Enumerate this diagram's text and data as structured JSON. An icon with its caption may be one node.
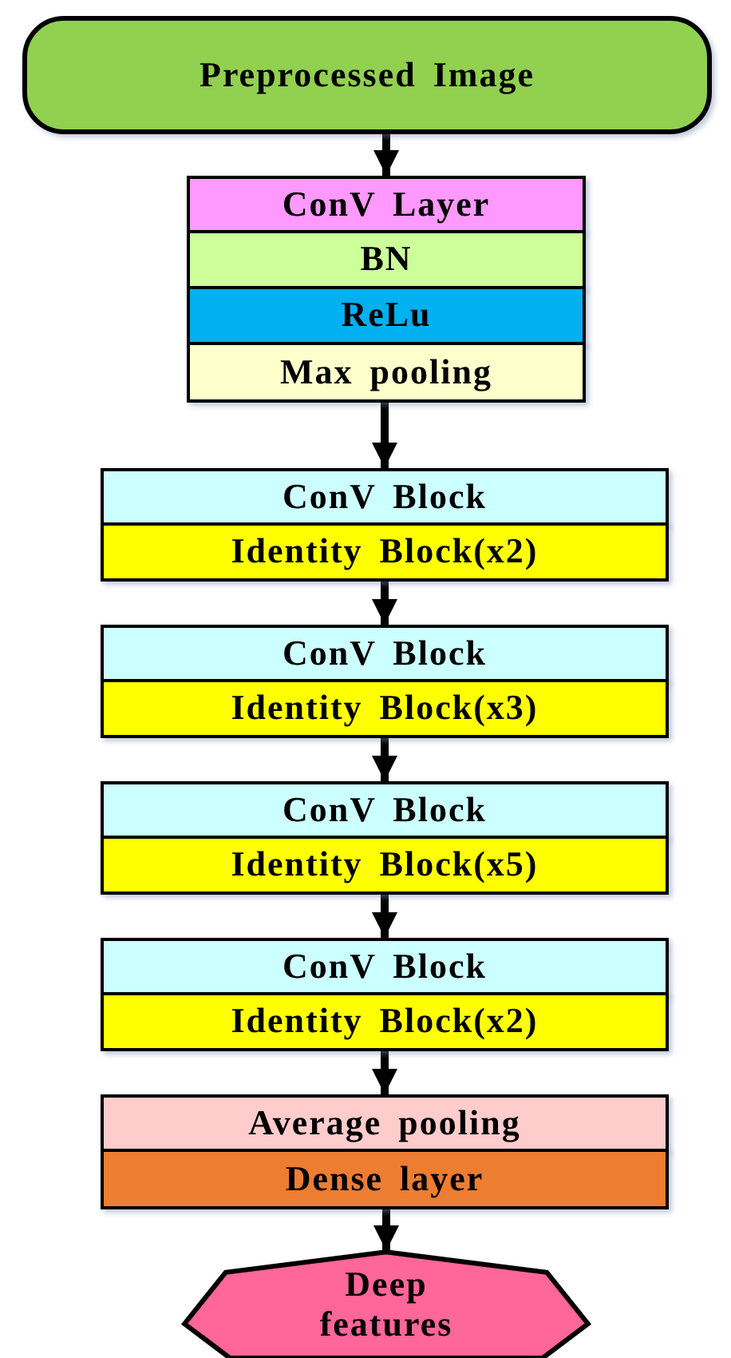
{
  "diagram": {
    "nodes": [
      {
        "text": [
          "Preprocessed Image"
        ]
      },
      {
        "text": [
          "ConV Layer"
        ]
      },
      {
        "text": [
          "BN"
        ]
      },
      {
        "text": [
          "ReLu"
        ]
      },
      {
        "text": [
          "Max pooling"
        ]
      },
      {
        "text": [
          "ConV Block"
        ]
      },
      {
        "text": [
          "Identity Block(x2)"
        ]
      },
      {
        "text": [
          "ConV Block"
        ]
      },
      {
        "text": [
          "Identity Block(x3)"
        ]
      },
      {
        "text": [
          "ConV Block"
        ]
      },
      {
        "text": [
          "Identity Block(x5)"
        ]
      },
      {
        "text": [
          "ConV Block"
        ]
      },
      {
        "text": [
          "Identity Block(x2)"
        ]
      },
      {
        "text": [
          "Average pooling"
        ]
      },
      {
        "text": [
          "Dense layer"
        ]
      },
      {
        "text": [
          "Deep features"
        ]
      }
    ],
    "edges": [
      {
        "from": 0,
        "to": 1,
        "arrow": "to"
      },
      {
        "from": 4,
        "to": 5,
        "arrow": "to"
      },
      {
        "from": 6,
        "to": 7,
        "arrow": "to"
      },
      {
        "from": 8,
        "to": 9,
        "arrow": "to"
      },
      {
        "from": 10,
        "to": 11,
        "arrow": "to"
      },
      {
        "from": 12,
        "to": 13,
        "arrow": "to"
      },
      {
        "from": 14,
        "to": 15,
        "arrow": "to"
      }
    ]
  }
}
